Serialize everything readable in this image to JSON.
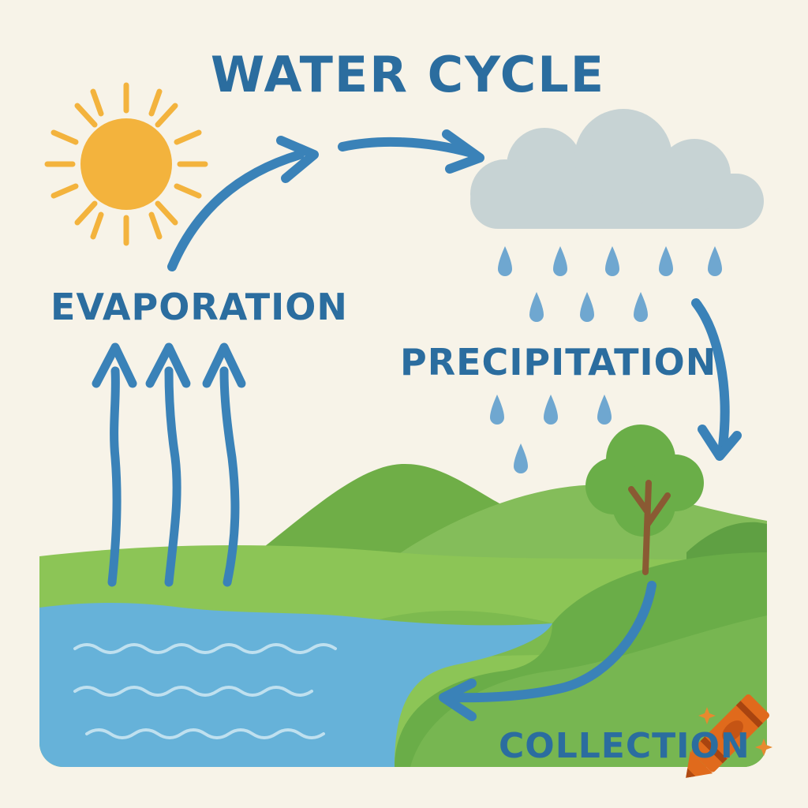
{
  "title": "WATER CYCLE",
  "stages": {
    "evaporation": "EVAPORATION",
    "precipitation": "PRECIPITATION",
    "collection": "COLLECTION"
  },
  "icons": [
    "sun-icon",
    "cloud-icon",
    "raindrop-icon",
    "tree-icon",
    "crayon-icon",
    "sparkle-icon"
  ],
  "colors": {
    "background": "#f7f3e8",
    "text": "#2b6d9f",
    "arrow": "#3a82b8",
    "sun": "#f3b33d",
    "cloud": "#c7d3d4",
    "water": "#66b2d9",
    "grass": "#8cc556",
    "hill": "#6fae47",
    "crayon": "#e06a1c"
  }
}
